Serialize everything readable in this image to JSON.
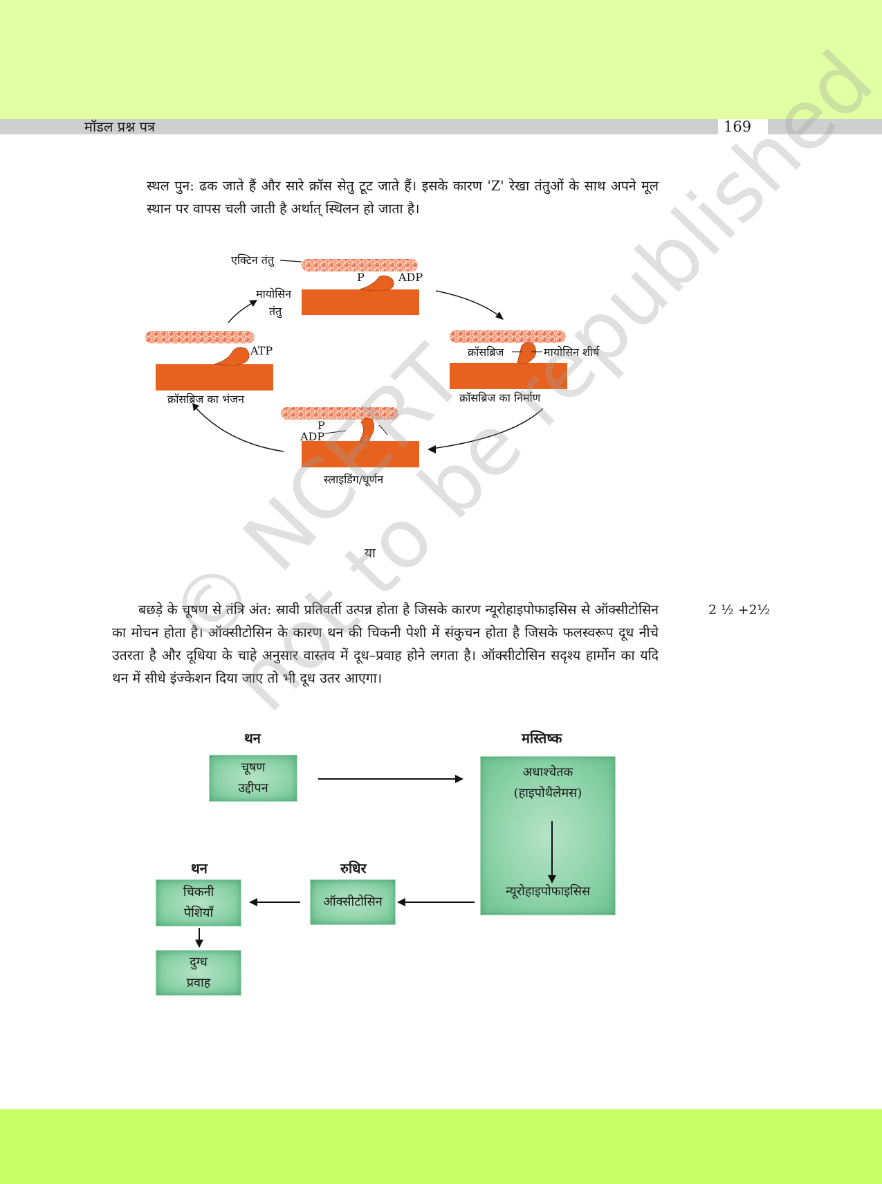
{
  "header": {
    "title": "मॉडल प्रश्न पत्र",
    "page_number": "169"
  },
  "para1": "स्थल पुन: ढक जाते हैं और सारे क्रॉस सेतु टूट जाते हैं। इसके कारण 'Z' रेखा तंतुओं के साथ अपने मूल स्थान पर वापस चली जाती है अर्थात् स्थिलन हो जाता है।",
  "cycle": {
    "actin_label": "एक्टिन तंतु",
    "myosin_label": "मायोसिन",
    "myosin_label2": "तंतु",
    "p": "P",
    "adp": "ADP",
    "atp": "ATP",
    "crossbridge": "क्रॉसब्रिज",
    "myosin_head": "मायोसिन शीर्ष",
    "formation": "क्रॉसब्रिज का निर्माण",
    "breaking": "क्रॉसब्रिज का भंजन",
    "sliding": "स्लाइडिंग/घूर्णन",
    "p2": "P",
    "adp2": "ADP"
  },
  "or_label": "या",
  "marks": "2 ½ +2½",
  "para2": "बछड़े के चूषण से तंत्रि अंत: स्रावी प्रतिवर्ती उत्पन्न होता है जिसके कारण न्यूरोहाइपोफाइसिस से ऑक्सीटोसिन का मोचन होता है। ऑक्सीटोसिन के कारण थन की चिकनी पेशी में संकुचन होता है जिसके फलस्वरूप दूध नीचे उतरता है और दूधिया के चाहे अनुसार वास्तव में दूध–प्रवाह होने लगता है। ऑक्सीटोसिन सदृश्य हार्मोन का यदि थन में सीधे इंज्केशन दिया जाए तो भी दूध उतर आएगा।",
  "flow": {
    "than1": "थन",
    "brain": "मस्तिष्क",
    "than2": "थन",
    "blood": "रुधिर",
    "stimulus": [
      "चूषण",
      "उद्दीपन"
    ],
    "hypothalamus": [
      "अधाश्चेतक",
      "(हाइपोथैलेमस)"
    ],
    "neurohypophysis": "न्यूरोहाइपोफाइसिस",
    "oxytocin": "ऑक्सीटोसिन",
    "smooth_muscle": [
      "चिकनी",
      "पेशियाँ"
    ],
    "milk_flow": [
      "दुग्ध",
      "प्रवाह"
    ]
  },
  "watermark": [
    "© NCERT",
    "not to be republished"
  ],
  "colors": {
    "top_band": "#e1ffa3",
    "bottom_band": "#c8ff66",
    "header_bar": "#cfcfcf",
    "muscle": "#e8621f",
    "actin": "#f0886a",
    "box": "#8cd2a9"
  }
}
